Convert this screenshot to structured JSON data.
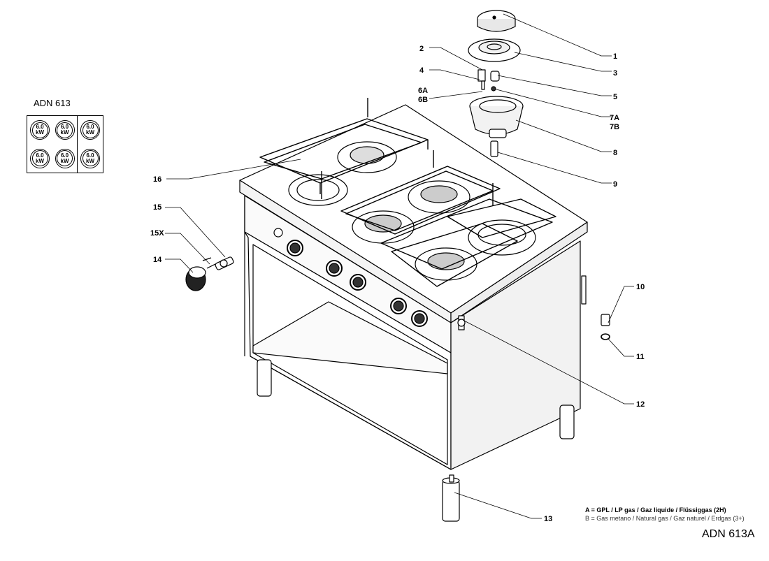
{
  "model_title": "ADN 613",
  "legend": {
    "burners": [
      {
        "power": "6.0",
        "unit": "kW"
      },
      {
        "power": "6.0",
        "unit": "kW"
      },
      {
        "power": "6.0",
        "unit": "kW"
      },
      {
        "power": "6.0",
        "unit": "kW"
      },
      {
        "power": "6.0",
        "unit": "kW"
      },
      {
        "power": "6.0",
        "unit": "kW"
      }
    ]
  },
  "parts": {
    "p1": "1",
    "p2": "2",
    "p3": "3",
    "p4": "4",
    "p5": "5",
    "p6a": "6A",
    "p6b": "6B",
    "p7a": "7A",
    "p7b": "7B",
    "p8": "8",
    "p9": "9",
    "p10": "10",
    "p11": "11",
    "p12": "12",
    "p13": "13",
    "p14": "14",
    "p15": "15",
    "p15x": "15X",
    "p16": "16"
  },
  "gas_note": {
    "a": "A = GPL / LP gas / Gaz liquide / Flüssiggas (2H)",
    "b": "B = Gas metano / Natural gas / Gaz naturel / Erdgas (3+)"
  },
  "model_code": "ADN 613A"
}
